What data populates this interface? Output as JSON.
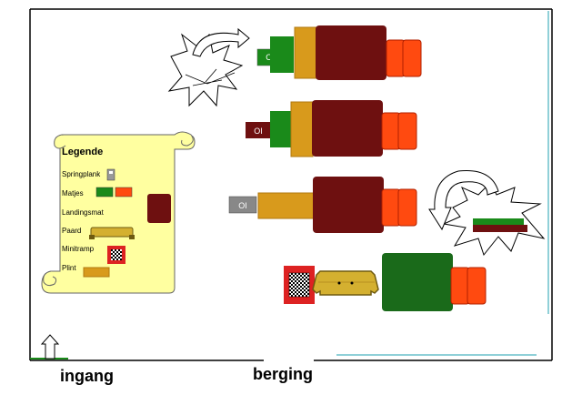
{
  "colors": {
    "mat_red": "#ff4a10",
    "mat_green": "#1a8a1a",
    "dark_maroon": "#6e1010",
    "gold": "#d89a1c",
    "teal_line": "#6cc0cc"
  },
  "labels": {
    "entrance": "ingang",
    "storage": "berging"
  },
  "legend": {
    "title": "Legende",
    "items": [
      {
        "label": "Springplank",
        "icon": "springboard-icon"
      },
      {
        "label": "Matjes",
        "icon": "mats-icon"
      },
      {
        "label": "Landingsmat",
        "icon": "landing-mat-icon"
      },
      {
        "label": "Paard",
        "icon": "vaulting-horse-icon"
      },
      {
        "label": "Minitramp",
        "icon": "mini-trampoline-icon"
      },
      {
        "label": "Plint",
        "icon": "vaulting-box-icon"
      }
    ]
  },
  "stations": [
    {
      "name": "station-1",
      "springboard_label": "OI",
      "springboard_color": "#1a8a1a"
    },
    {
      "name": "station-2",
      "springboard_label": "OI",
      "springboard_color": "#6e1010"
    },
    {
      "name": "station-3",
      "springboard_label": "OI",
      "springboard_color": "#888888"
    },
    {
      "name": "station-4"
    }
  ]
}
